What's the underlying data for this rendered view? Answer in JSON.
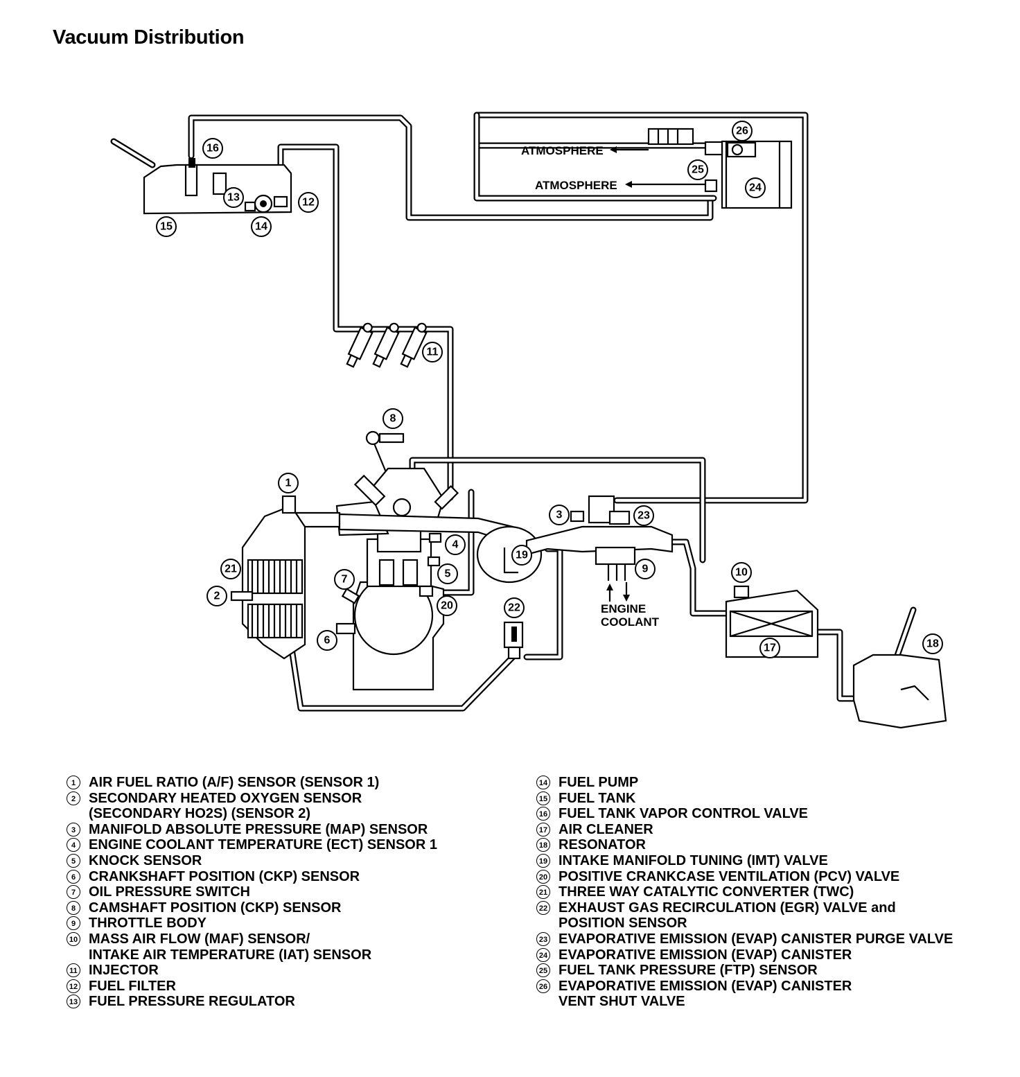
{
  "title": "Vacuum Distribution",
  "diagram_labels": {
    "atmosphere_1": "ATMOSPHERE",
    "atmosphere_2": "ATMOSPHERE",
    "engine_coolant": "ENGINE\nCOOLANT"
  },
  "callouts": [
    "1",
    "2",
    "3",
    "4",
    "5",
    "6",
    "7",
    "8",
    "9",
    "10",
    "11",
    "12",
    "13",
    "14",
    "15",
    "16",
    "17",
    "18",
    "19",
    "20",
    "21",
    "22",
    "23",
    "24",
    "25",
    "26"
  ],
  "legend_left": [
    {
      "num": "1",
      "text": "AIR FUEL RATIO (A/F) SENSOR (SENSOR 1)"
    },
    {
      "num": "2",
      "text": "SECONDARY HEATED OXYGEN SENSOR\n(SECONDARY HO2S) (SENSOR 2)"
    },
    {
      "num": "3",
      "text": "MANIFOLD ABSOLUTE PRESSURE (MAP) SENSOR"
    },
    {
      "num": "4",
      "text": "ENGINE COOLANT TEMPERATURE (ECT) SENSOR 1"
    },
    {
      "num": "5",
      "text": "KNOCK SENSOR"
    },
    {
      "num": "6",
      "text": "CRANKSHAFT POSITION (CKP) SENSOR"
    },
    {
      "num": "7",
      "text": "OIL PRESSURE SWITCH"
    },
    {
      "num": "8",
      "text": "CAMSHAFT POSITION (CKP) SENSOR"
    },
    {
      "num": "9",
      "text": "THROTTLE BODY"
    },
    {
      "num": "10",
      "text": "MASS AIR FLOW (MAF) SENSOR/\nINTAKE AIR TEMPERATURE (IAT) SENSOR"
    },
    {
      "num": "11",
      "text": "INJECTOR"
    },
    {
      "num": "12",
      "text": "FUEL FILTER"
    },
    {
      "num": "13",
      "text": "FUEL PRESSURE REGULATOR"
    }
  ],
  "legend_right": [
    {
      "num": "14",
      "text": "FUEL PUMP"
    },
    {
      "num": "15",
      "text": "FUEL TANK"
    },
    {
      "num": "16",
      "text": "FUEL TANK VAPOR CONTROL VALVE"
    },
    {
      "num": "17",
      "text": "AIR CLEANER"
    },
    {
      "num": "18",
      "text": "RESONATOR"
    },
    {
      "num": "19",
      "text": "INTAKE MANIFOLD TUNING (IMT) VALVE"
    },
    {
      "num": "20",
      "text": "POSITIVE CRANKCASE VENTILATION (PCV) VALVE"
    },
    {
      "num": "21",
      "text": "THREE WAY CATALYTIC CONVERTER (TWC)"
    },
    {
      "num": "22",
      "text": "EXHAUST GAS RECIRCULATION (EGR) VALVE and\nPOSITION SENSOR"
    },
    {
      "num": "23",
      "text": "EVAPORATIVE EMISSION (EVAP) CANISTER PURGE VALVE"
    },
    {
      "num": "24",
      "text": "EVAPORATIVE EMISSION (EVAP) CANISTER"
    },
    {
      "num": "25",
      "text": "FUEL TANK PRESSURE (FTP) SENSOR"
    },
    {
      "num": "26",
      "text": "EVAPORATIVE EMISSION (EVAP) CANISTER\nVENT SHUT VALVE"
    }
  ]
}
